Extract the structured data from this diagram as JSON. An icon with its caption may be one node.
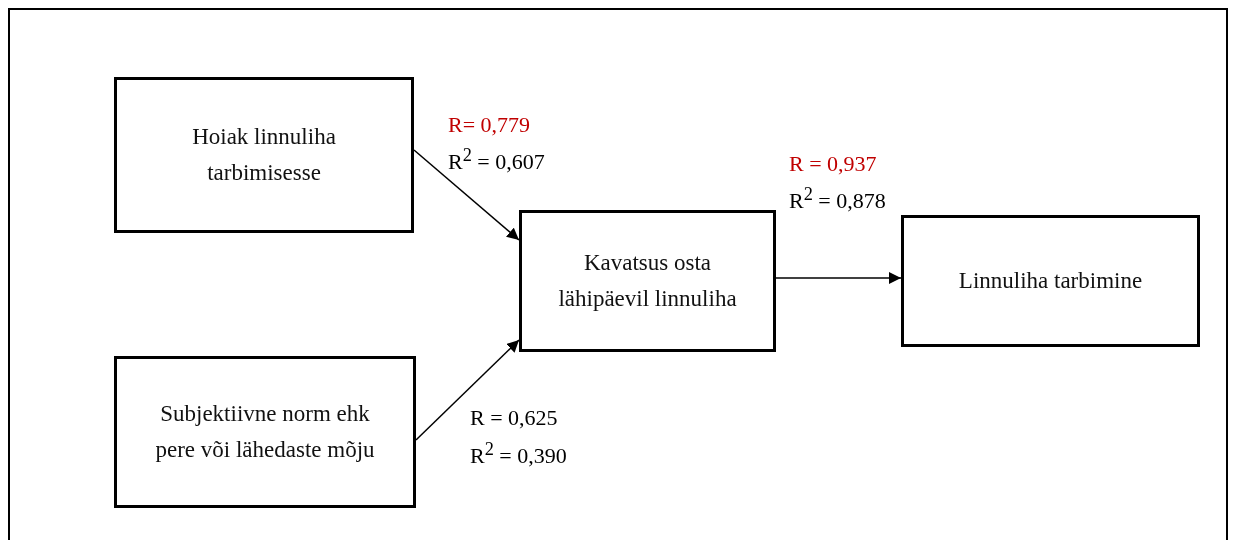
{
  "diagram": {
    "nodes": [
      {
        "text": [
          "Hoiak linnuliha tarbimisesse"
        ]
      },
      {
        "text": [
          "Subjektiivne norm ehk pere või lähedaste mõju"
        ]
      },
      {
        "text": [
          "Kavatsus osta lähipäevil linnuliha"
        ]
      },
      {
        "text": [
          "Linnuliha tarbimine"
        ]
      }
    ],
    "edges": [
      {
        "from": 0,
        "to": 2,
        "arrow": "to"
      },
      {
        "from": 1,
        "to": 2,
        "arrow": "to"
      },
      {
        "from": 2,
        "to": 3,
        "arrow": "to"
      }
    ],
    "labels": [
      "R= 0,779",
      "R$^{2}$ = 0,607",
      "R = 0,937",
      "R$^{2}$ = 0,878",
      "R = 0,625",
      "R$^{2}$ = 0,390"
    ]
  }
}
